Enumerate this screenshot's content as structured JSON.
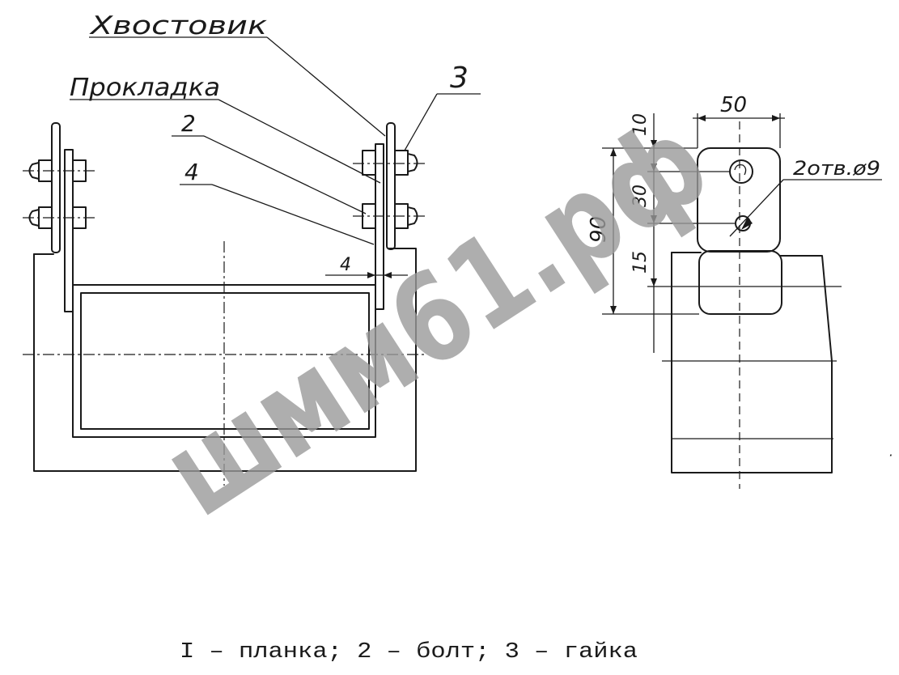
{
  "labels": {
    "tail": "Хвостовик",
    "gasket": "Прокладка",
    "num_3": "3",
    "num_2": "2",
    "num_4": "4",
    "thickness_4": "4"
  },
  "dimensions": {
    "width_50": "50",
    "top_10": "10",
    "pitch_30": "30",
    "overall_90": "90",
    "bottom_15": "15",
    "holes": "2отв.ø9"
  },
  "caption": "I – планка; 2 – болт; 3 – гайка",
  "watermark": "шмм61.рф",
  "colors": {
    "ink": "#1a1a1a",
    "watermark": "#9a9a9a"
  }
}
